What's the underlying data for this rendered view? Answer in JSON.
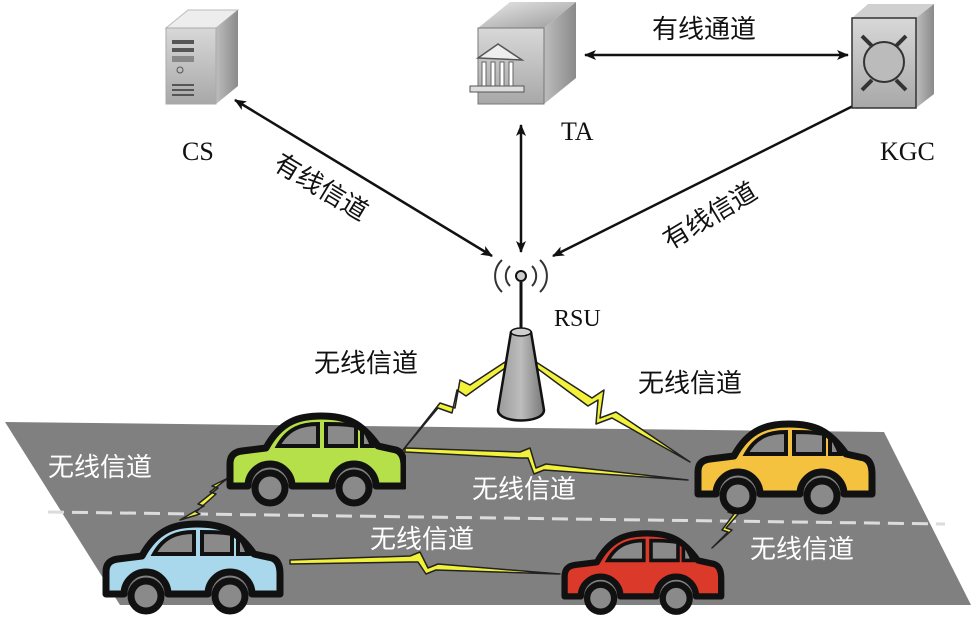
{
  "nodes": {
    "cs": {
      "label": "CS",
      "icon": "server-icon"
    },
    "ta": {
      "label": "TA",
      "icon": "building-icon"
    },
    "kgc": {
      "label": "KGC",
      "icon": "key-generator-icon"
    },
    "rsu": {
      "label": "RSU",
      "icon": "antenna-tower-icon"
    }
  },
  "links": {
    "ta_kgc": "有线通道",
    "cs_rsu": "有线信道",
    "kgc_rsu": "有线信道",
    "rsu_green": "无线信道",
    "rsu_yellow": "无线信道",
    "green_blue": "无线信道",
    "green_yellow": "无线信道",
    "blue_red": "无线信道",
    "yellow_red": "无线信道"
  },
  "vehicles": [
    {
      "name": "green-car",
      "color": "#b5e04a"
    },
    {
      "name": "yellow-car",
      "color": "#f4c23e"
    },
    {
      "name": "blue-car",
      "color": "#a9d8ec"
    },
    {
      "name": "red-car",
      "color": "#db3a2a"
    }
  ],
  "colors": {
    "road": "#808080",
    "lightning": "#f2f23a",
    "arrow": "#111111"
  }
}
